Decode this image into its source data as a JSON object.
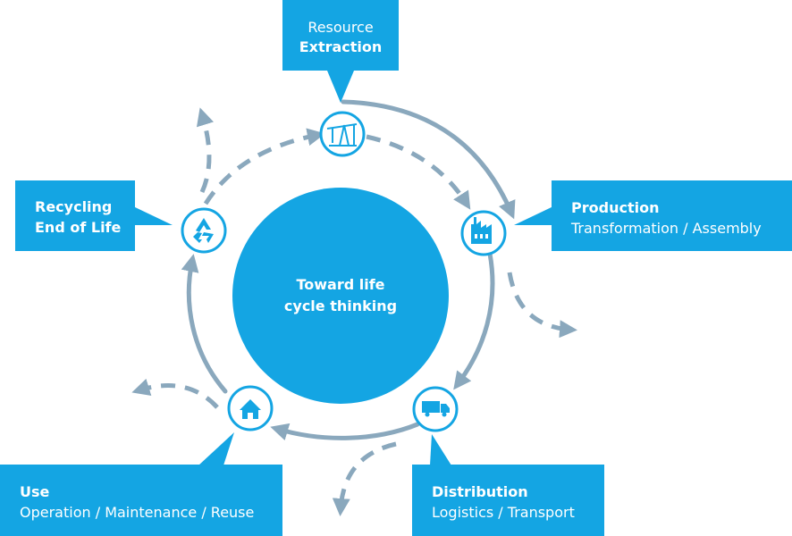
{
  "center": {
    "line1": "Toward life",
    "line2": "cycle thinking"
  },
  "stages": {
    "resource_extraction": {
      "line1": "Resource",
      "line2": "Extraction",
      "icon": "oil-pump-icon"
    },
    "production": {
      "line1": "Production",
      "line2": "Transformation / Assembly",
      "icon": "factory-icon"
    },
    "distribution": {
      "line1": "Distribution",
      "line2": "Logistics / Transport",
      "icon": "truck-icon"
    },
    "use": {
      "line1": "Use",
      "line2": "Operation / Maintenance / Reuse",
      "icon": "house-icon"
    },
    "recycling": {
      "line1": "Recycling",
      "line2": "End of Life",
      "icon": "recycle-icon"
    }
  },
  "colors": {
    "box_blue": "#14a5e3",
    "arrow_gray": "#8aa8bd",
    "white": "#ffffff"
  }
}
